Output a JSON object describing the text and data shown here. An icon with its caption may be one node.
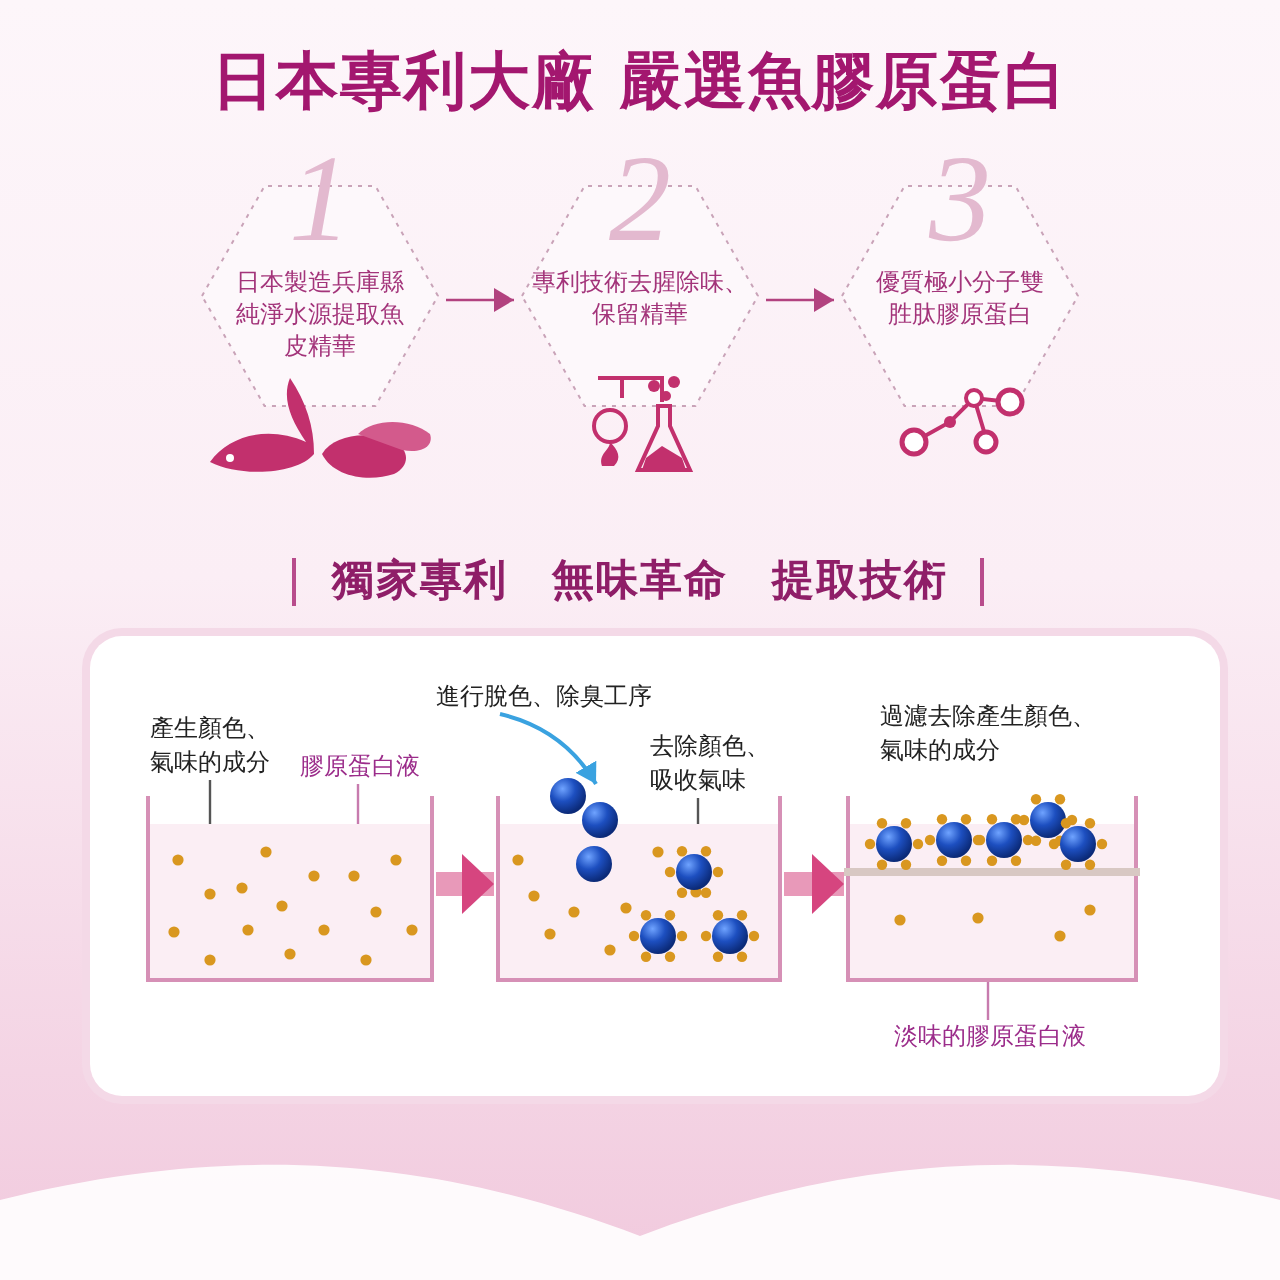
{
  "diagram": {
    "title": "日本專利大廠 嚴選魚膠原蛋白",
    "nodes": [
      {
        "text": [
          "1",
          "日本製造兵庫縣純淨水源提取魚皮精華"
        ]
      },
      {
        "text": [
          "2",
          "專利技術去腥除味、保留精華"
        ]
      },
      {
        "text": [
          "3",
          "優質極小分子雙胜肽膠原蛋白"
        ]
      },
      {
        "text": [],
        "shape": "box"
      },
      {
        "text": [],
        "shape": "box"
      },
      {
        "text": [],
        "shape": "box"
      },
      {
        "text": [
          "產生顏色、氣味的成分"
        ]
      },
      {
        "text": [
          "膠原蛋白液"
        ]
      },
      {
        "text": [
          "進行脫色、除臭工序"
        ]
      },
      {
        "text": [
          "去除顏色、吸收氣味"
        ]
      },
      {
        "text": [
          "過濾去除產生顏色、氣味的成分"
        ]
      },
      {
        "text": [
          "淡味的膠原蛋白液"
        ]
      }
    ],
    "edges": [
      {
        "from": 0,
        "to": 1,
        "arrow": "to",
        "color": "#b2427f"
      },
      {
        "from": 1,
        "to": 2,
        "arrow": "to",
        "color": "#b2427f"
      },
      {
        "from": 3,
        "to": 4,
        "arrow": "to",
        "style": "thick",
        "color": "#d6457f"
      },
      {
        "from": 4,
        "to": 5,
        "arrow": "to",
        "style": "thick",
        "color": "#d6457f"
      },
      {
        "from": 6,
        "to": 3,
        "arrow": "none",
        "color": "#555555"
      },
      {
        "from": 7,
        "to": 3,
        "arrow": "none",
        "color": "#c77bae"
      },
      {
        "from": 8,
        "to": 4,
        "arrow": "to",
        "color": "#3aa2e0"
      },
      {
        "from": 9,
        "to": 4,
        "arrow": "none",
        "color": "#555555"
      },
      {
        "from": 11,
        "to": 5,
        "arrow": "none",
        "color": "#c77bae"
      }
    ],
    "labels": [
      "獨家專利　無味革命　提取技術"
    ]
  }
}
